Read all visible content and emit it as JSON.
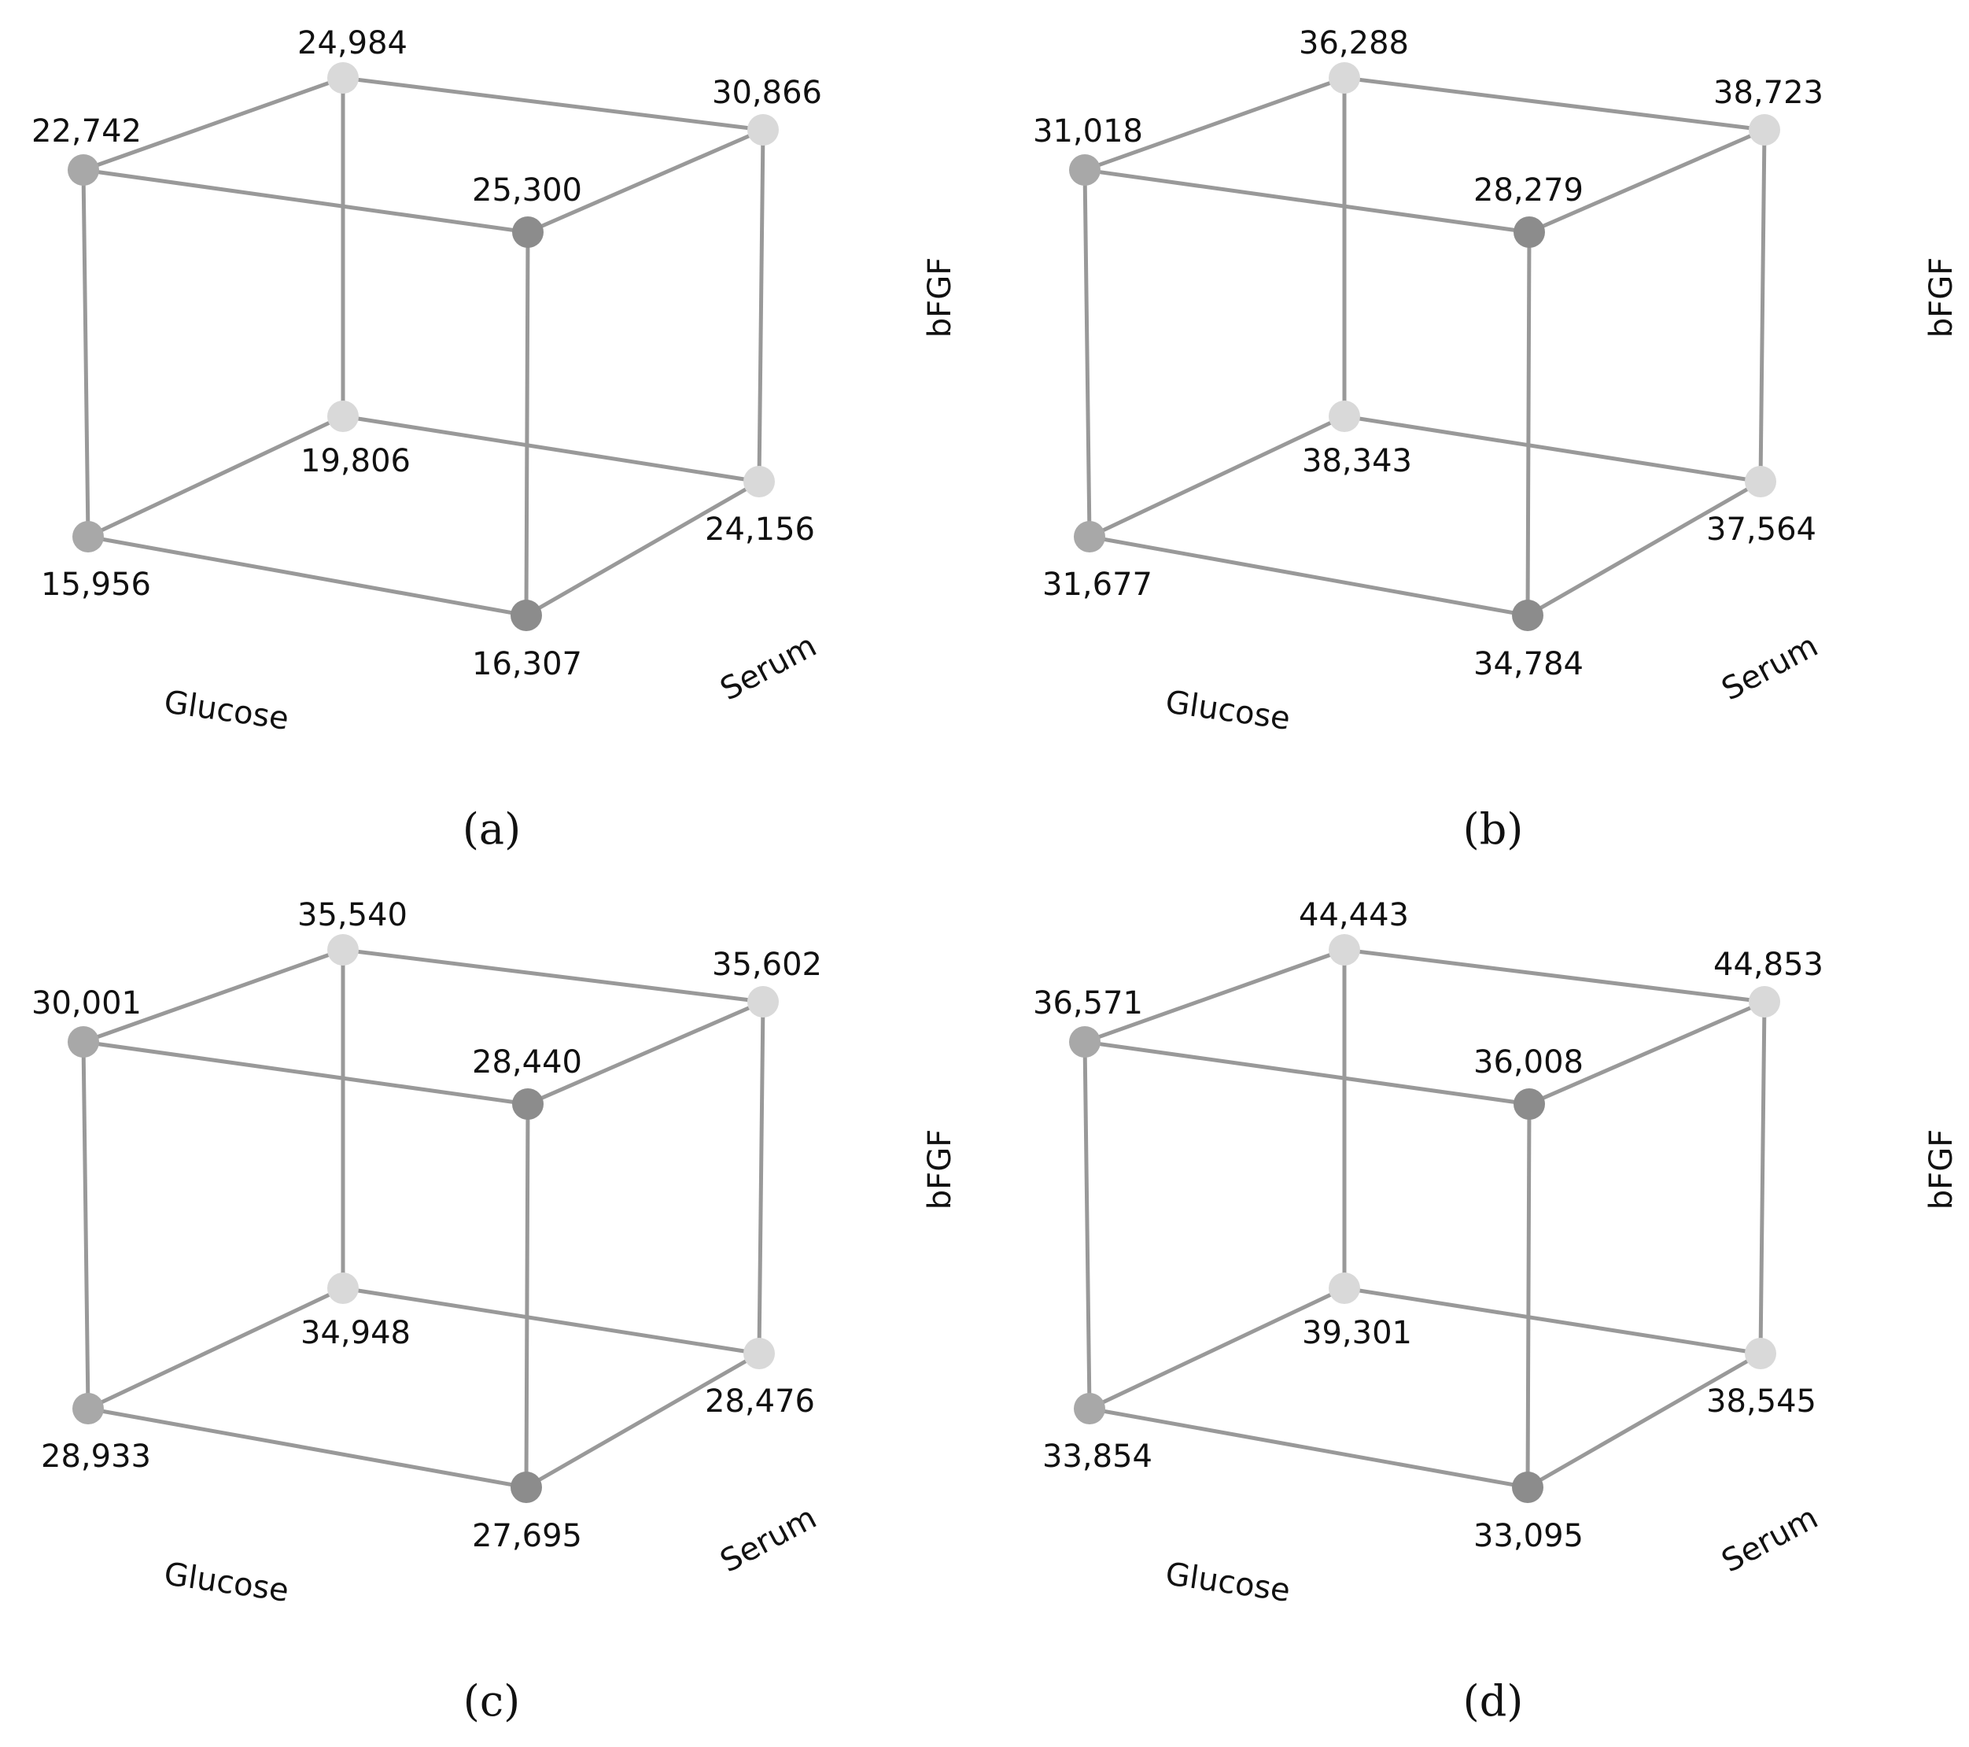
{
  "panels": [
    {
      "caption": "(a)",
      "axes": {
        "x": "Glucose",
        "y": "Serum",
        "z": "bFGF"
      },
      "nodes": {
        "top_left": "22,742",
        "top_back": "24,984",
        "top_right": "30,866",
        "top_front": "25,300",
        "bottom_left": "15,956",
        "bottom_back": "19,806",
        "bottom_right": "24,156",
        "bottom_front": "16,307"
      }
    },
    {
      "caption": "(b)",
      "axes": {
        "x": "Glucose",
        "y": "Serum",
        "z": "bFGF"
      },
      "nodes": {
        "top_left": "31,018",
        "top_back": "36,288",
        "top_right": "38,723",
        "top_front": "28,279",
        "bottom_left": "31,677",
        "bottom_back": "38,343",
        "bottom_right": "37,564",
        "bottom_front": "34,784"
      }
    },
    {
      "caption": "(c)",
      "axes": {
        "x": "Glucose",
        "y": "Serum",
        "z": "bFGF"
      },
      "nodes": {
        "top_left": "30,001",
        "top_back": "35,540",
        "top_right": "35,602",
        "top_front": "28,440",
        "bottom_left": "28,933",
        "bottom_back": "34,948",
        "bottom_right": "28,476",
        "bottom_front": "27,695"
      }
    },
    {
      "caption": "(d)",
      "axes": {
        "x": "Glucose",
        "y": "Serum",
        "z": "bFGF"
      },
      "nodes": {
        "top_left": "36,571",
        "top_back": "44,443",
        "top_right": "44,853",
        "top_front": "36,008",
        "bottom_left": "33,854",
        "bottom_back": "39,301",
        "bottom_right": "38,545",
        "bottom_front": "33,095"
      }
    }
  ],
  "colors": {
    "edge": "#999999",
    "node_front": "#8c8c8c",
    "node_side": "#a8a8a8",
    "node_back": "#d9d9d9",
    "text": "#111111"
  }
}
